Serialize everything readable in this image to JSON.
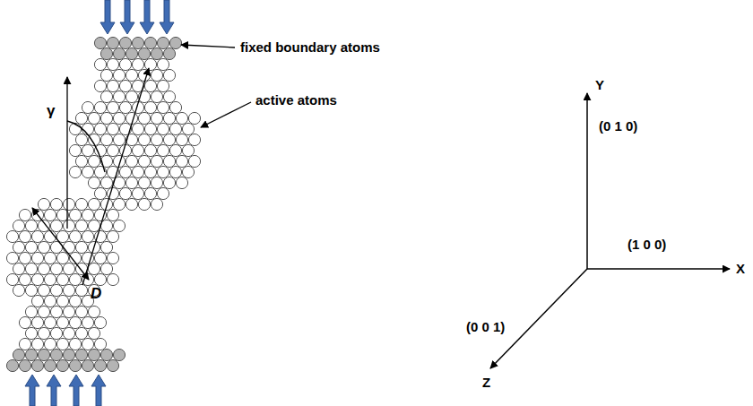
{
  "diagram": {
    "labels": [
      "fixed boundary atoms",
      "active atoms",
      "γ",
      "D",
      "Y",
      "(0 1 0)",
      "X",
      "(1 0 0)",
      "Z",
      "(0 0 1)"
    ]
  }
}
